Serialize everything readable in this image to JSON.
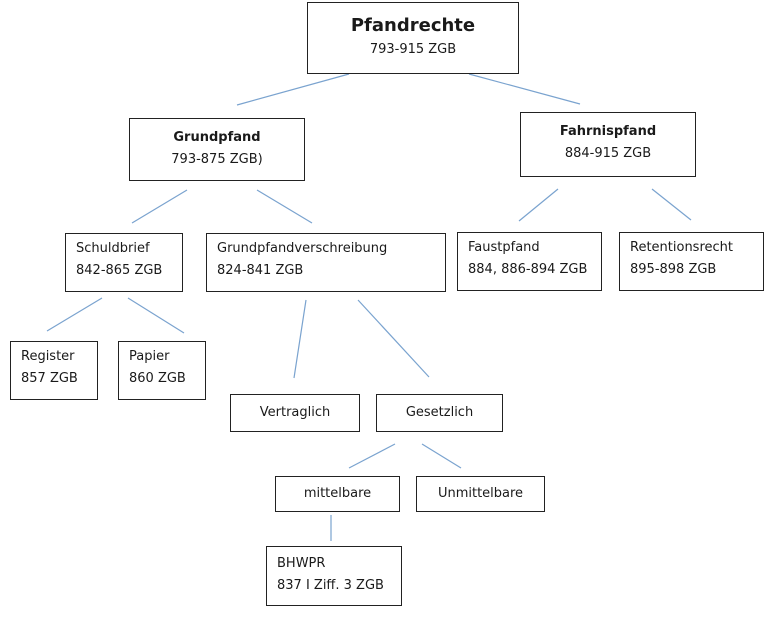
{
  "diagram": {
    "root": {
      "title": "Pfandrechte",
      "subtitle": "793-915 ZGB"
    },
    "grundpfand": {
      "title": "Grundpfand",
      "subtitle": "793-875 ZGB)"
    },
    "fahrnispfand": {
      "title": "Fahrnispfand",
      "subtitle": "884-915 ZGB"
    },
    "schuldbrief": {
      "title": "Schuldbrief",
      "subtitle": "842-865 ZGB"
    },
    "grundpfandverschreibung": {
      "title": "Grundpfandverschreibung",
      "subtitle": "824-841 ZGB"
    },
    "faustpfand": {
      "title": "Faustpfand",
      "subtitle": "884, 886-894 ZGB"
    },
    "retentionsrecht": {
      "title": "Retentionsrecht",
      "subtitle": "895-898 ZGB"
    },
    "register": {
      "title": "Register",
      "subtitle": "857 ZGB"
    },
    "papier": {
      "title": "Papier",
      "subtitle": "860 ZGB"
    },
    "vertraglich": {
      "title": "Vertraglich"
    },
    "gesetzlich": {
      "title": "Gesetzlich"
    },
    "mittelbare": {
      "title": "mittelbare"
    },
    "unmittelbare": {
      "title": "Unmittelbare"
    },
    "bhwpr": {
      "title": "BHWPR",
      "subtitle": "837 I Ziff. 3 ZGB"
    }
  },
  "colors": {
    "connector": "#7aa3cf",
    "border": "#222222",
    "text": "#1a1a1a",
    "background": "#ffffff"
  }
}
